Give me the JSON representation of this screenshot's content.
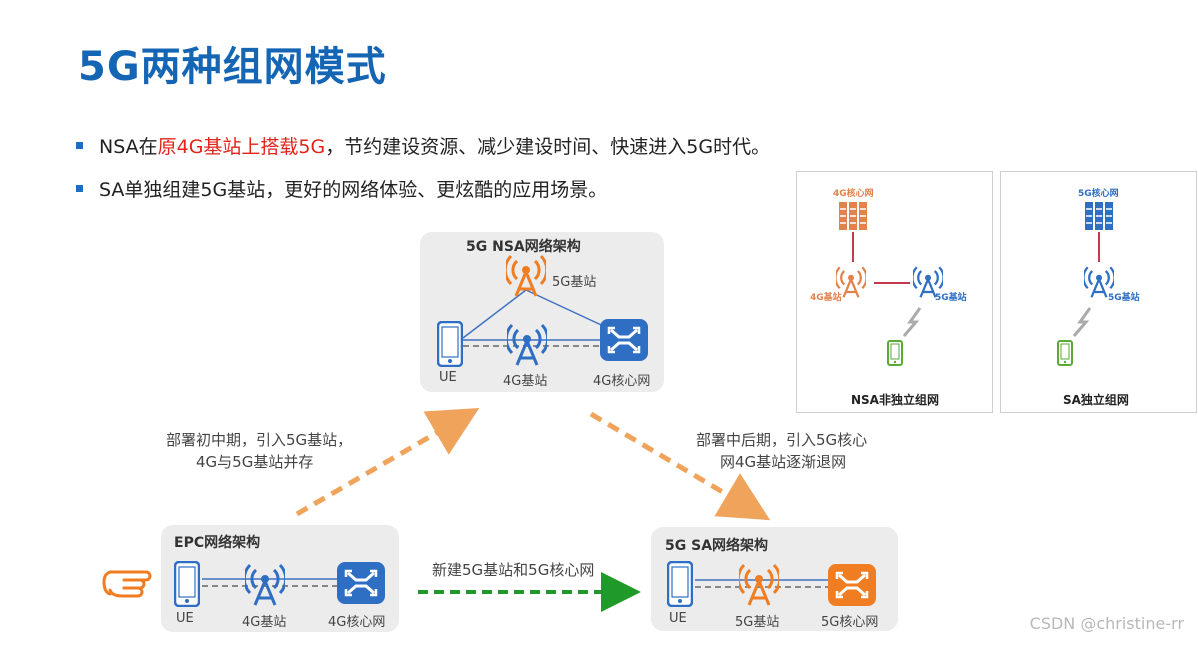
{
  "title": "5G两种组网模式",
  "bullets": {
    "b1_pre": "NSA在",
    "b1_red": "原4G基站上搭载5G",
    "b1_post": "，节约建设资源、减少建设时间、快速进入5G时代。",
    "b2": "SA单独组建5G基站，更好的网络体验、更炫酷的应用场景。"
  },
  "nsa_panel": {
    "title": "5G NSA网络架构",
    "gnb": "5G基站",
    "ue": "UE",
    "enb": "4G基站",
    "core": "4G核心网"
  },
  "epc_panel": {
    "title": "EPC网络架构",
    "ue": "UE",
    "enb": "4G基站",
    "core": "4G核心网"
  },
  "sa_panel": {
    "title": "5G SA网络架构",
    "ue": "UE",
    "gnb": "5G基站",
    "core": "5G核心网"
  },
  "arrows": {
    "left_note_1": "部署初中期，引入5G基站，",
    "left_note_2": "4G与5G基站并存",
    "right_note_1": "部署中后期，引入5G核心",
    "right_note_2": "网4G基站逐渐退网",
    "bottom_note": "新建5G基站和5G核心网"
  },
  "cards": {
    "nsa": {
      "core": "4G核心网",
      "enb": "4G基站",
      "gnb": "5G基站",
      "caption": "NSA非独立组网"
    },
    "sa": {
      "core": "5G核心网",
      "gnb": "5G基站",
      "caption": "SA独立组网"
    }
  },
  "watermark": "CSDN @christine-rr",
  "colors": {
    "title_blue": "#1565b5",
    "highlight_red": "#e2231a",
    "icon_blue": "#2e6fc4",
    "icon_orange": "#f07d22",
    "dashed_orange": "#f0a35a",
    "dashed_green": "#1f9a2a"
  }
}
